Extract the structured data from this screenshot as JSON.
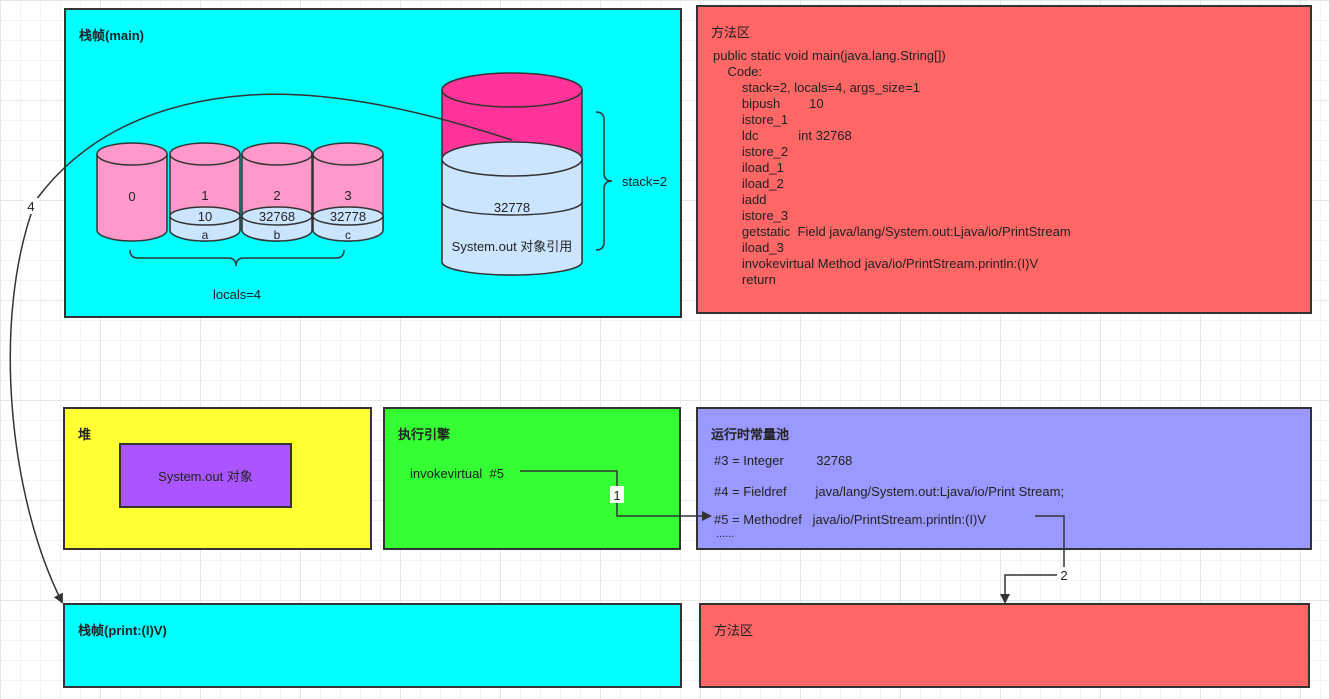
{
  "stack_main": {
    "title": "栈帧(main)",
    "locals": [
      {
        "index": "0",
        "value": "",
        "name": ""
      },
      {
        "index": "1",
        "value": "10",
        "name": "a"
      },
      {
        "index": "2",
        "value": "32768",
        "name": "b"
      },
      {
        "index": "3",
        "value": "32778",
        "name": "c"
      }
    ],
    "locals_label": "locals=4",
    "operand_stack": {
      "value": "32778",
      "ref_label": "System.out 对象引用",
      "size_label": "stack=2"
    }
  },
  "method_area_top": {
    "title": "方法区",
    "lines": [
      "public static void main(java.lang.String[])",
      "    Code:",
      "        stack=2, locals=4, args_size=1",
      "        bipush        10",
      "        istore_1",
      "        ldc           int 32768",
      "        istore_2",
      "        iload_1",
      "        iload_2",
      "        iadd",
      "        istore_3",
      "        getstatic  Field java/lang/System.out:Ljava/io/PrintStream",
      "        iload_3",
      "        invokevirtual Method java/io/PrintStream.println:(I)V",
      "        return"
    ]
  },
  "heap": {
    "title": "堆",
    "object_label": "System.out 对象"
  },
  "engine": {
    "title": "执行引擎",
    "instruction": "invokevirtual  #5"
  },
  "constant_pool": {
    "title": "运行时常量池",
    "entries": [
      "#3 = Integer         32768",
      "#4 = Fieldref        java/lang/System.out:Ljava/io/Print Stream;",
      "#5 = Methodref   java/io/PrintStream.println:(I)V",
      "......"
    ]
  },
  "stack_print": {
    "title": "栈帧(print:(I)V)"
  },
  "method_area_bottom": {
    "title": "方法区"
  },
  "arrows": {
    "label_1": "1",
    "label_2": "2",
    "label_4": "4"
  },
  "colors": {
    "stack_frame": "#00ffff",
    "method_area": "#ff6666",
    "heap": "#ffff33",
    "heap_object": "#aa55ff",
    "engine": "#33ff33",
    "constant_pool": "#9999ff",
    "local_slot": "#ff99cc",
    "local_value": "#cce5ff",
    "stack_top": "#ff3399"
  }
}
